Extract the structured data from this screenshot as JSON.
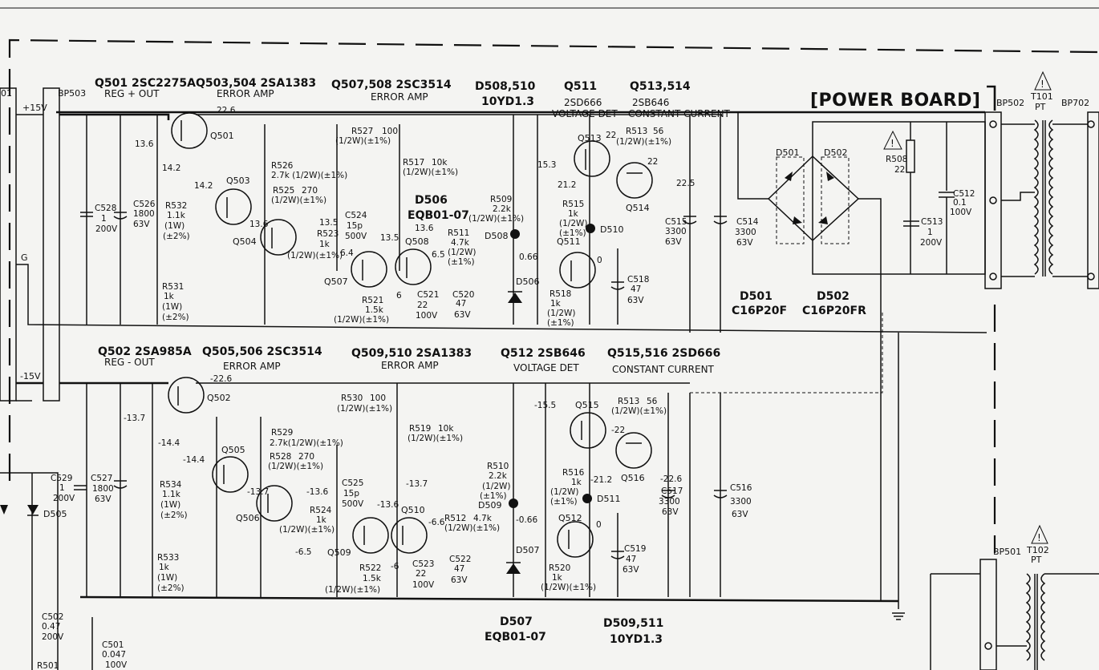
{
  "title": "[POWER BOARD]",
  "connectors": {
    "bp503": "BP503",
    "bp502": "BP502",
    "bp702": "BP702",
    "bp501": "BP501",
    "left_partial": "01"
  },
  "transformers": {
    "t101": "T101",
    "t101_type": "PT",
    "t102": "T102",
    "t102_type": "PT"
  },
  "rails": {
    "pos": "+15V",
    "gnd": "G",
    "neg": "-15V"
  },
  "headers": {
    "q501": "Q501 2SC2275A",
    "q501_sub": "REG + OUT",
    "q503_504": "Q503,504 2SA1383",
    "q503_504_sub": "ERROR AMP",
    "q507_508": "Q507,508 2SC3514",
    "q507_508_sub": "ERROR AMP",
    "d508_510": "D508,510",
    "d508_510_sub": "10YD1.3",
    "q511": "Q511",
    "q511_type": "2SD666",
    "q511_sub": "VOLTAGE DET",
    "q513_514": "Q513,514",
    "q513_514_type": "2SB646",
    "q513_514_sub": "CONSTANT CURRENT",
    "q502": "Q502 2SA985A",
    "q502_sub": "REG - OUT",
    "q505_506": "Q505,506 2SC3514",
    "q505_506_sub": "ERROR AMP",
    "q509_510": "Q509,510 2SA1383",
    "q509_510_sub": "ERROR AMP",
    "q512": "Q512 2SB646",
    "q512_sub": "VOLTAGE DET",
    "q515_516": "Q515,516 2SD666",
    "q515_516_sub": "CONSTANT CURRENT",
    "d507": "D507",
    "d507_sub": "EQB01-07",
    "d509_511": "D509,511",
    "d509_511_sub": "10YD1.3"
  },
  "diodes": {
    "d501": "D501",
    "d502": "D502",
    "d501_part": "D501",
    "d501_type": "C16P20F",
    "d502_part": "D502",
    "d502_type": "C16P20FR",
    "d505": "D505",
    "d506": "D506",
    "d506_big": "D506",
    "d506_type": "EQB01-07",
    "d507": "D507",
    "d508": "D508",
    "d509": "D509",
    "d510": "D510",
    "d511": "D511"
  },
  "transistors": {
    "q501": "Q501",
    "q502": "Q502",
    "q503": "Q503",
    "q504": "Q504",
    "q505": "Q505",
    "q506": "Q506",
    "q507": "Q507",
    "q508": "Q508",
    "q509": "Q509",
    "q510": "Q510",
    "q511": "Q511",
    "q512": "Q512",
    "q513": "Q513",
    "q514": "Q514",
    "q515": "Q515",
    "q516": "Q516"
  },
  "resistors": {
    "r508": "R508",
    "r508_v": "22",
    "r509": "R509",
    "r509_v": "2.2k",
    "r509_s": "(1/2W)(±1%)",
    "r510": "R510",
    "r510_v": "2.2k",
    "r510_s": "(1/2W)",
    "r510_t": "(±1%)",
    "r511": "R511",
    "r511_v": "4.7k",
    "r511_s": "(1/2W)",
    "r511_t": "(±1%)",
    "r512": "R512",
    "r512_v": "4.7k",
    "r512_s": "(1/2W)(±1%)",
    "r513a": "R513",
    "r513a_v": "56",
    "r513a_s": "(1/2W)(±1%)",
    "r513b": "R513",
    "r513b_v": "56",
    "r513b_s": "(1/2W)(±1%)",
    "r515": "R515",
    "r515_v": "1k",
    "r515_s": "(1/2W)",
    "r515_t": "(±1%)",
    "r516": "R516",
    "r516_v": "1k",
    "r516_s": "(1/2W)",
    "r516_t": "(±1%)",
    "r517": "R517",
    "r517_v": "10k",
    "r517_s": "(1/2W)(±1%)",
    "r518": "R518",
    "r518_v": "1k",
    "r518_s": "(1/2W)",
    "r518_t": "(±1%)",
    "r519": "R519",
    "r519_v": "10k",
    "r519_s": "(1/2W)(±1%)",
    "r520": "R520",
    "r520_v": "1k",
    "r520_s": "(1/2W)(±1%)",
    "r521": "R521",
    "r521_v": "1.5k",
    "r521_s": "(1/2W)(±1%)",
    "r522": "R522",
    "r522_v": "1.5k",
    "r522_s": "(1/2W)(±1%)",
    "r523": "R523",
    "r523_v": "1k",
    "r523_s": "(1/2W)(±1%)",
    "r524": "R524",
    "r524_v": "1k",
    "r524_s": "(1/2W)(±1%)",
    "r525": "R525",
    "r525_v": "270",
    "r525_s": "(1/2W)(±1%)",
    "r526": "R526",
    "r526_v": "2.7k (1/2W)(±1%)",
    "r527": "R527",
    "r527_v": "100",
    "r527_s": "(1/2W)(±1%)",
    "r528": "R528",
    "r528_v": "270",
    "r528_s": "(1/2W)(±1%)",
    "r529": "R529",
    "r529_v": "2.7k(1/2W)(±1%)",
    "r530": "R530",
    "r530_v": "100",
    "r530_s": "(1/2W)(±1%)",
    "r531": "R531",
    "r531_v": "1k",
    "r531_s": "(1W)",
    "r531_t": "(±2%)",
    "r532": "R532",
    "r532_v": "1.1k",
    "r532_s": "(1W)",
    "r532_t": "(±2%)",
    "r533": "R533",
    "r533_v": "1k",
    "r533_s": "(1W)",
    "r533_t": "(±2%)",
    "r534": "R534",
    "r534_v": "1.1k",
    "r534_s": "(1W)",
    "r534_t": "(±2%)",
    "r501": "R501"
  },
  "capacitors": {
    "c501": "C501",
    "c501_v": "0.047",
    "c501_s": "100V",
    "c502": "C502",
    "c502_v": "0.47",
    "c502_s": "200V",
    "c512": "C512",
    "c512_v": "0.1",
    "c512_s": "100V",
    "c513": "C513",
    "c513_v": "1",
    "c513_s": "200V",
    "c514": "C514",
    "c514_v": "3300",
    "c514_s": "63V",
    "c515": "C515",
    "c515_v": "3300",
    "c515_s": "63V",
    "c516": "C516",
    "c516_v": "3300",
    "c516_s": "63V",
    "c517": "C517",
    "c517_v": "3300",
    "c517_s": "63V",
    "c518": "C518",
    "c518_v": "47",
    "c518_s": "63V",
    "c519": "C519",
    "c519_v": "47",
    "c519_s": "63V",
    "c520": "C520",
    "c520_v": "47",
    "c520_s": "63V",
    "c521": "C521",
    "c521_v": "22",
    "c521_s": "100V",
    "c522": "C522",
    "c522_v": "47",
    "c522_s": "63V",
    "c523": "C523",
    "c523_v": "22",
    "c523_s": "100V",
    "c524": "C524",
    "c524_v": "15p",
    "c524_s": "500V",
    "c525": "C525",
    "c525_v": "15p",
    "c525_s": "500V",
    "c526": "C526",
    "c526_v": "1800",
    "c526_s": "63V",
    "c527": "C527",
    "c527_v": "1800",
    "c527_s": "63V",
    "c528": "C528",
    "c528_v": "1",
    "c528_s": "200V",
    "c529": "C529",
    "c529_v": "1",
    "c529_s": "200V"
  },
  "voltages": {
    "v_22_6": "22.6",
    "v_13_6a": "13.6",
    "v_14_2a": "14.2",
    "v_14_2b": "14.2",
    "v_13_6b": "13.6",
    "v_13_5a": "13.5",
    "v_6_4": "6.4",
    "v_13_5b": "13.5",
    "v_13_6c": "13.6",
    "v_6_5": "6.5",
    "v_6": "6",
    "v_15_3": "15.3",
    "v_22a": "22",
    "v_22b": "22",
    "v_21_2": "21.2",
    "v_22_5": "22.5",
    "v_0_66": "0.66",
    "v_0a": "0",
    "v_n22_6": "-22.6",
    "v_n13_7a": "-13.7",
    "v_n14_4a": "-14.4",
    "v_n14_4b": "-14.4",
    "v_n13_7b": "-13.7",
    "v_n13_6a": "-13.6",
    "v_n6_5": "-6.5",
    "v_n13_7c": "-13.7",
    "v_n13_6b": "-13.6",
    "v_n6_6": "-6.6",
    "v_n6": "-6",
    "v_n15_5": "-15.5",
    "v_n22": "-22",
    "v_n21_2": "-21.2",
    "v_n22_6b": "-22.6",
    "v_n0_66": "-0.66",
    "v_0b": "0"
  }
}
